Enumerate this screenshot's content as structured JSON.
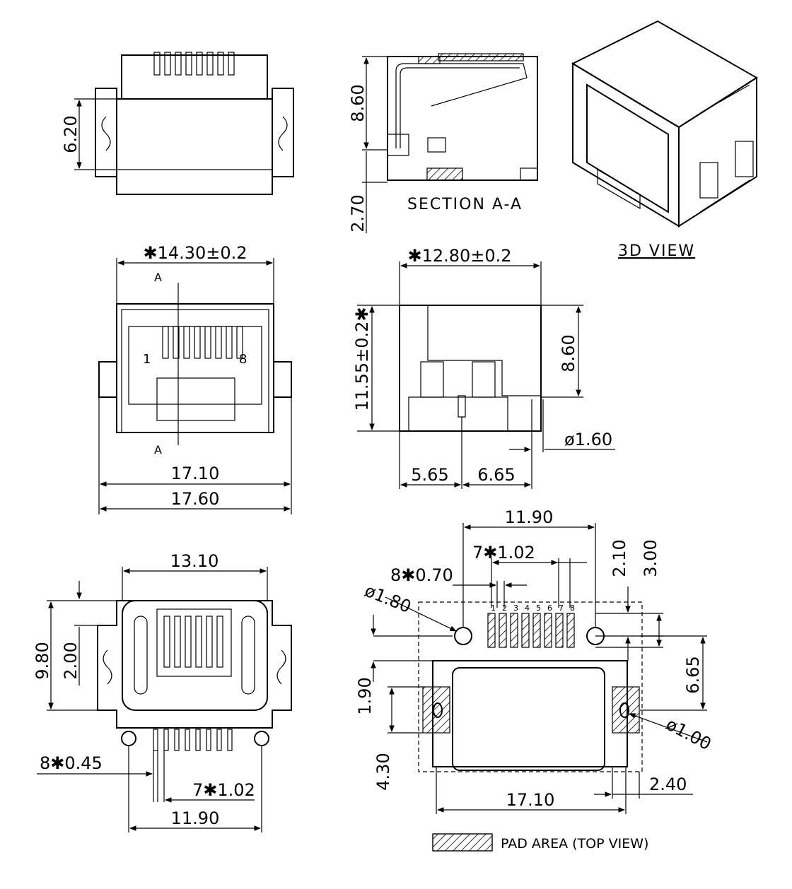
{
  "section_label": "SECTION A-A",
  "view_3d_label": "3D VIEW",
  "legend_label": "PAD AREA (TOP VIEW)",
  "section_marker": "A",
  "pin_first": "1",
  "pin_last": "8",
  "pad_numbers": [
    "1",
    "2",
    "3",
    "4",
    "5",
    "6",
    "7",
    "8"
  ],
  "dims": {
    "top_620": "6.20",
    "sec_860": "8.60",
    "sec_270": "2.70",
    "front_1430": "✱14.30±0.2",
    "front_1710": "17.10",
    "front_1760": "17.60",
    "side_1280": "✱12.80±0.2",
    "side_1155": "11.55±0.2✱",
    "side_860": "8.60",
    "side_160": "ø1.60",
    "side_565": "5.65",
    "side_665": "6.65",
    "bottom_1310": "13.10",
    "bottom_980": "9.80",
    "bottom_200": "2.00",
    "bottom_845": "8✱0.45",
    "bottom_7102": "7✱1.02",
    "bottom_1190": "11.90",
    "pad_1190": "11.90",
    "pad_7102": "7✱1.02",
    "pad_870": "8✱0.70",
    "pad_180": "ø1.80",
    "pad_210": "2.10",
    "pad_300": "3.00",
    "pad_665": "6.65",
    "pad_190": "1.90",
    "pad_430": "4.30",
    "pad_100": "ø1.00",
    "pad_240": "2.40",
    "pad_1710": "17.10"
  }
}
